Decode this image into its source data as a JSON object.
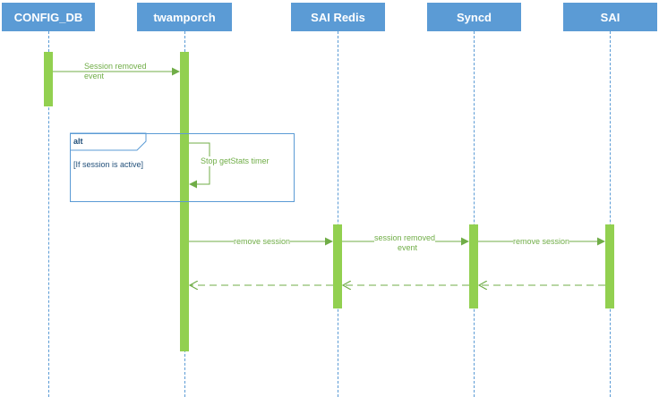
{
  "participants": [
    "CONFIG_DB",
    "twamporch",
    "SAI Redis",
    "Syncd",
    "SAI"
  ],
  "messages": {
    "session_removed_event_1": [
      "Session removed",
      "event"
    ],
    "stop_timer": "Stop getStats timer",
    "remove_session_1": "remove session",
    "session_removed_event_2": [
      "session removed",
      "event"
    ],
    "remove_session_2": "remove session"
  },
  "alt": {
    "label": "alt",
    "guard": "[If session is active]"
  },
  "colors": {
    "participant_fill": "#5b9bd5",
    "lifeline": "#5b9bd5",
    "activation": "#92d050",
    "message": "#70ad47",
    "frame": "#5b9bd5"
  }
}
